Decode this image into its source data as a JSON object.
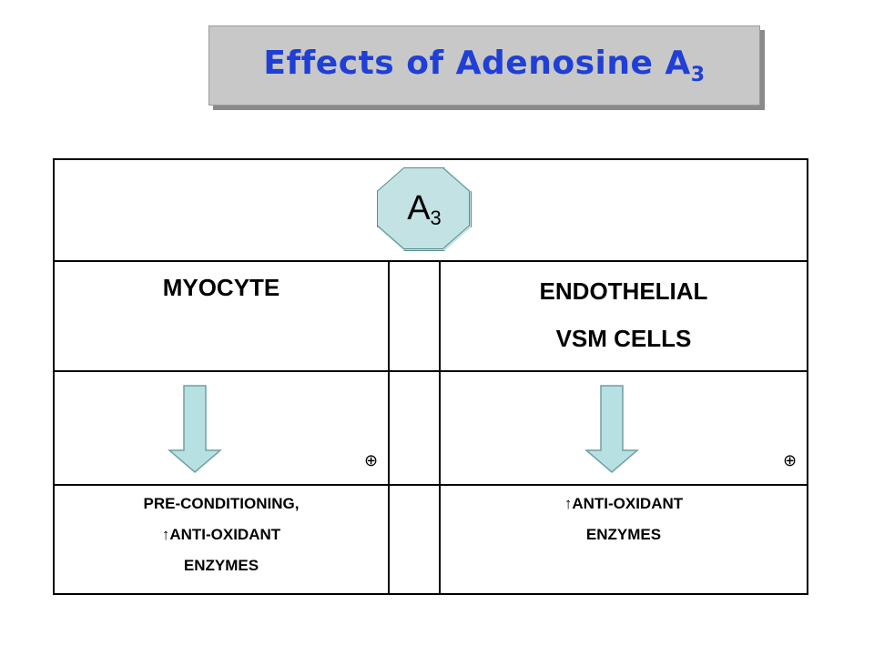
{
  "title": {
    "main": "Effects of Adenosine A",
    "sub": "3"
  },
  "receptor": {
    "main": "A",
    "sub": "3"
  },
  "myocyte": {
    "header": "MYOCYTE",
    "symbol": "⊕",
    "effects": [
      "PRE-CONDITIONING,",
      "↑ANTI-OXIDANT",
      "ENZYMES"
    ]
  },
  "endothelial": {
    "header_lines": [
      "ENDOTHELIAL",
      "VSM CELLS"
    ],
    "symbol": "⊕",
    "effects": [
      "↑ANTI-OXIDANT",
      "ENZYMES"
    ]
  },
  "colors": {
    "title_text": "#1f3fd6",
    "title_box": "#c8c8c8",
    "arrow_fill": "#b7e0e3",
    "arrow_stroke": "#6f9fa2",
    "octagon_fill": "#c2e2e4"
  }
}
